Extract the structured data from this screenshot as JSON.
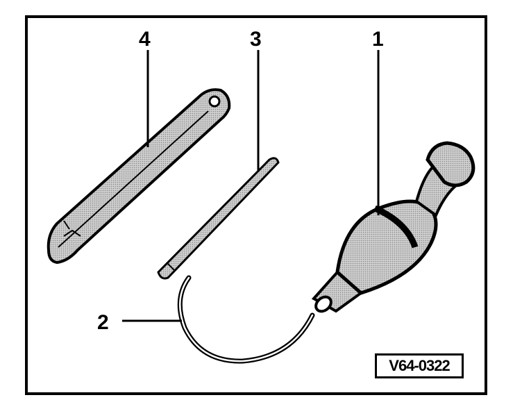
{
  "callouts": {
    "one": "1",
    "two": "2",
    "three": "3",
    "four": "4"
  },
  "reference_code": "V64-0322",
  "parts": [
    {
      "number": "1",
      "icon": "handle-grip"
    },
    {
      "number": "2",
      "icon": "curved-wire"
    },
    {
      "number": "3",
      "icon": "straight-pin"
    },
    {
      "number": "4",
      "icon": "flat-blade-tool"
    }
  ],
  "colors": {
    "ink": "#000000",
    "fill": "#bdbdbd",
    "background": "#ffffff"
  }
}
